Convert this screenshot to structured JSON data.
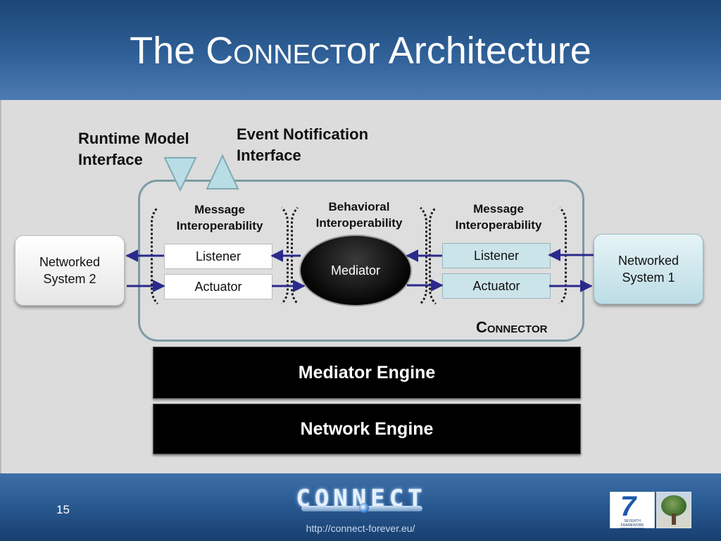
{
  "slide": {
    "title_prefix": "The ",
    "title_sc": "Connect",
    "title_mid": "or",
    "title_suffix": " Architecture",
    "page_number": "15",
    "footer_url": "http://connect-forever.eu/",
    "logo_text": "CONNECT",
    "fp7_caption": "SEVENTH FRAMEWORK PROGRAMME"
  },
  "diagram": {
    "runtime_model_interface": [
      "Runtime Model",
      "Interface"
    ],
    "event_notification_interface": [
      "Event Notification",
      "Interface"
    ],
    "left_block_header": [
      "Message",
      "Interoperability"
    ],
    "middle_block_header": [
      "Behavioral",
      "Interoperability"
    ],
    "right_block_header": [
      "Message",
      "Interoperability"
    ],
    "left_listener": "Listener",
    "left_actuator": "Actuator",
    "right_listener": "Listener",
    "right_actuator": "Actuator",
    "mediator": "Mediator",
    "networked_system_2": [
      "Networked",
      "System 2"
    ],
    "networked_system_1": [
      "Networked",
      "System 1"
    ],
    "connector_label": "Connector",
    "mediator_engine": "Mediator Engine",
    "network_engine": "Network Engine"
  },
  "colors": {
    "arrow": "#2b2a8c",
    "interface_triangle": "#b9dde4",
    "header_blue": "#2f6097"
  }
}
